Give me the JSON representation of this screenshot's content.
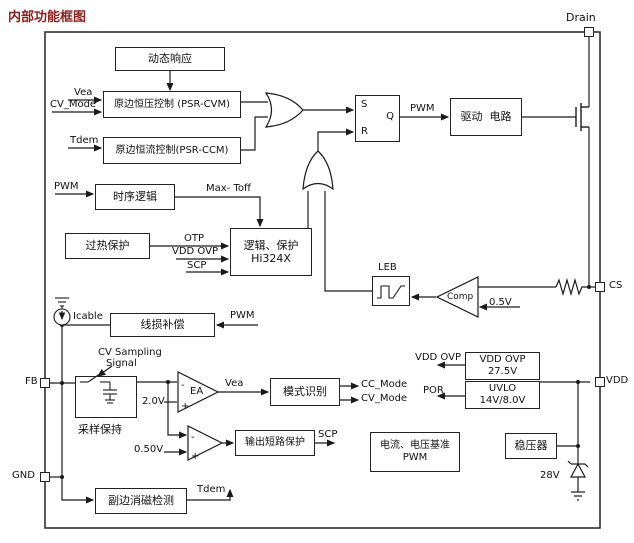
{
  "title": "内部功能框图",
  "colors": {
    "title": "#8b2020",
    "line": "#1a1a1a",
    "block_border": "#222222"
  },
  "pins": {
    "drain": "Drain",
    "cs": "CS",
    "vdd": "VDD",
    "fb": "FB",
    "gnd": "GND"
  },
  "blocks": {
    "dynamic_response": "动态响应",
    "psr_cvm": "原边恒压控制 (PSR-CVM)",
    "psr_ccm": "原边恒流控制(PSR-CCM)",
    "timing_logic": "时序逻辑",
    "thermal_protection": "过热保护",
    "logic_protection_l1": "逻辑、保护",
    "logic_protection_l2": "Hi324X",
    "drive_l": "驱动",
    "drive_r": "电路",
    "line_loss": "线损补偿",
    "sample_hold": "采样保持",
    "mode_recognition": "模式识别",
    "output_short": "输出短路保护",
    "vref_l1": "电流、电压基准",
    "vref_l2": "PWM",
    "regulator": "稳压器",
    "vdd_ovp_l1": "VDD OVP",
    "vdd_ovp_l2": "27.5V",
    "uvlo_l1": "UVLO",
    "uvlo_l2": "14V/8.0V",
    "demag": "副边消磁检测",
    "latch_s": "S",
    "latch_r": "R",
    "latch_q": "Q"
  },
  "labels": {
    "vea_in": "Vea",
    "cv_mode_in": "CV_Mode",
    "tdem_in": "Tdem",
    "pwm_in": "PWM",
    "max_toff": "Max- Toff",
    "otp": "OTP",
    "vdd_ovp_in": "VDD OVP",
    "scp_in": "SCP",
    "pwm_gate": "PWM",
    "leb": "LEB",
    "comp": "Comp",
    "v05": "0.5V",
    "pwm_lineloss": "PWM",
    "icable": "Icable",
    "cv_sampling_1": "CV Sampling",
    "cv_sampling_2": "Signal",
    "ea": "EA",
    "vea_out": "Vea",
    "v20": "2.0V",
    "cc_mode": "CC_Mode",
    "cv_mode_out": "CV_Mode",
    "vdd_ovp_out": "VDD OVP",
    "por": "POR",
    "v050": "0.50V",
    "scp_out": "SCP",
    "v28": "28V",
    "tdem_out": "Tdem",
    "ea_plus": "+",
    "ea_minus": "-",
    "c2_plus": "+",
    "c2_minus": "-"
  }
}
